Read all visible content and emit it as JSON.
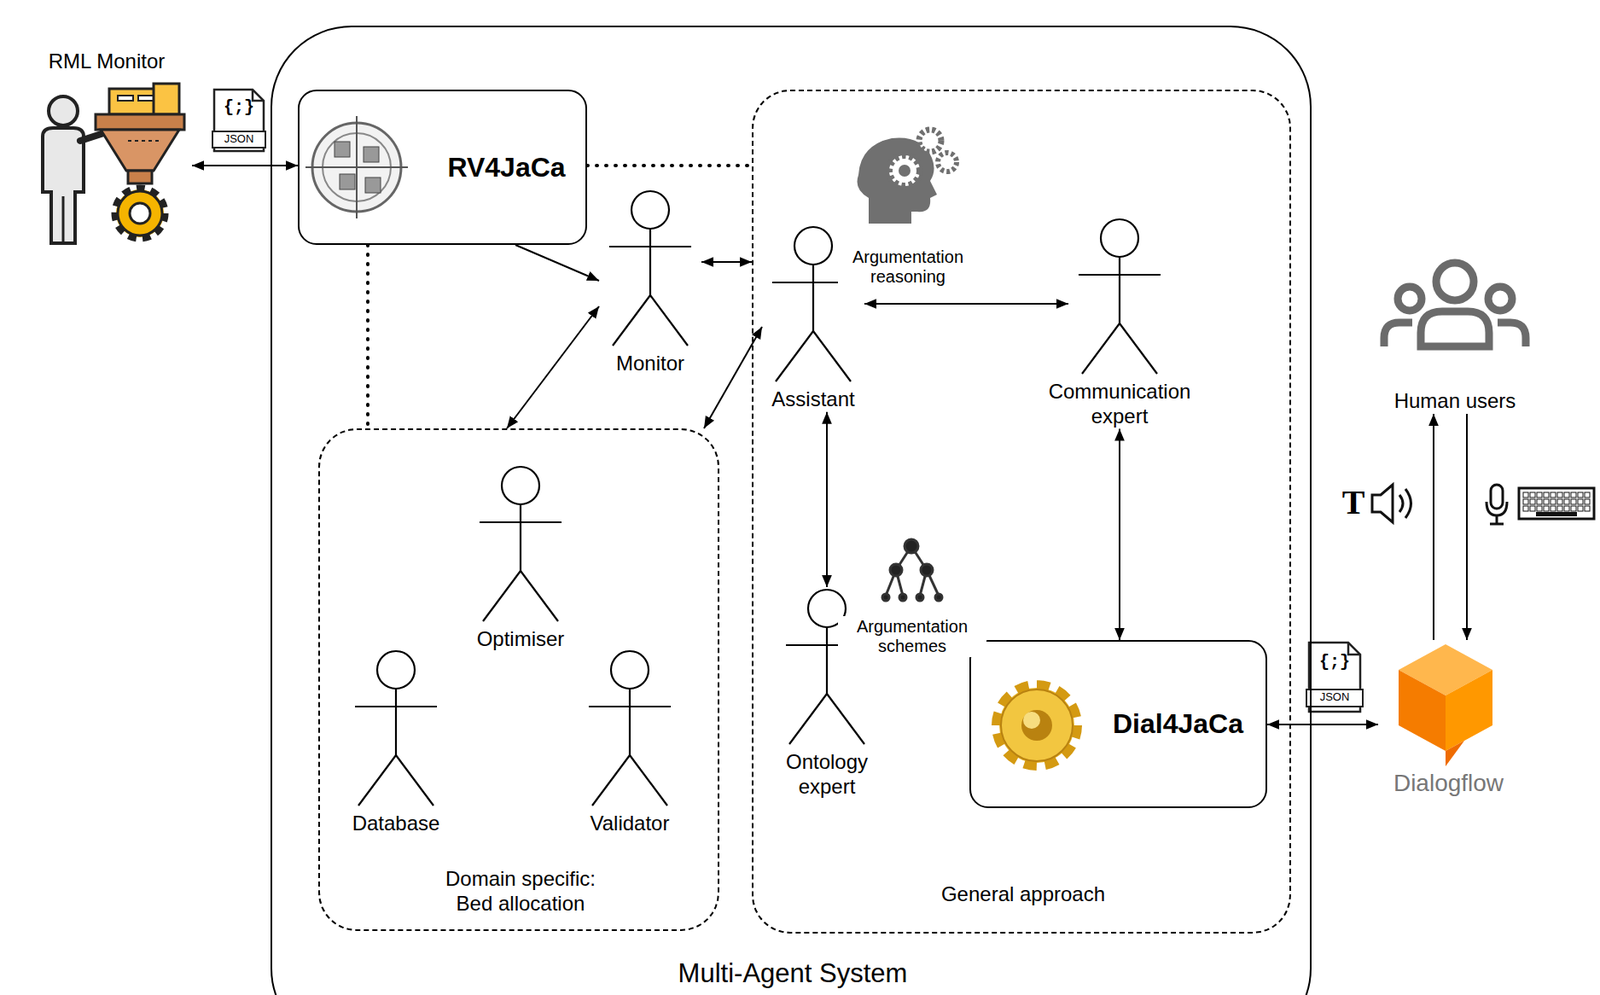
{
  "diagram": {
    "nodes": [
      {
        "text": [
          "Multi-Agent System"
        ]
      },
      {
        "text": [
          "RML Monitor"
        ]
      },
      {
        "text": [
          "RV4JaCa"
        ],
        "in": 0
      },
      {
        "text": [
          "Monitor"
        ],
        "in": 0
      },
      {
        "text": [
          "Domain specific: Bed allocation"
        ],
        "in": 0
      },
      {
        "text": [
          "Optimiser"
        ],
        "in": 4
      },
      {
        "text": [
          "Database"
        ],
        "in": 4
      },
      {
        "text": [
          "Validator"
        ],
        "in": 4
      },
      {
        "text": [
          "General approach"
        ],
        "in": 0
      },
      {
        "text": [
          "Assistant"
        ],
        "in": 8
      },
      {
        "text": [
          "Communication expert"
        ],
        "in": 8
      },
      {
        "text": [
          "Ontology expert"
        ],
        "in": 8
      },
      {
        "text": [
          "Dial4JaCa"
        ],
        "in": 8
      },
      {
        "text": [
          "Human users"
        ]
      },
      {
        "text": [
          "Dialogflow"
        ]
      }
    ],
    "edges": [
      {
        "from": 1,
        "to": 2,
        "arrow": "both"
      },
      {
        "from": 2,
        "to": 3,
        "arrow": "to"
      },
      {
        "from": 3,
        "to": 8,
        "arrow": "both"
      },
      {
        "from": 3,
        "to": 4,
        "arrow": "both"
      },
      {
        "from": 2,
        "to": 8,
        "arrow": "none"
      },
      {
        "from": 2,
        "to": 4,
        "arrow": "none"
      },
      {
        "from": 9,
        "to": 4,
        "arrow": "both"
      },
      {
        "from": 9,
        "to": 10,
        "arrow": "both"
      },
      {
        "from": 9,
        "to": 11,
        "arrow": "both"
      },
      {
        "from": 10,
        "to": 12,
        "arrow": "both"
      },
      {
        "from": 12,
        "to": 14,
        "arrow": "both"
      },
      {
        "from": 14,
        "to": 13,
        "arrow": "to"
      },
      {
        "from": 13,
        "to": 14,
        "arrow": "to"
      }
    ],
    "labels": [
      "{;}",
      "JSON",
      "{;}",
      "JSON",
      "Argumentation reasoning",
      "Argumentation schemes",
      "T"
    ]
  }
}
